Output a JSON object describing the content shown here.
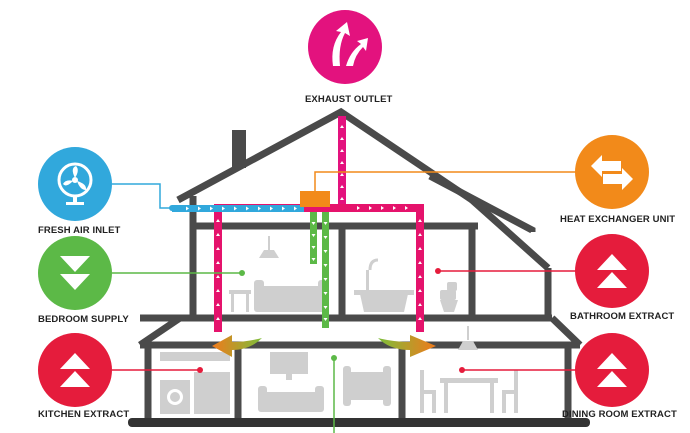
{
  "labels": {
    "exhaust_outlet": "EXHAUST OUTLET",
    "fresh_air_inlet": "FRESH AIR INLET",
    "heat_exchanger_unit": "HEAT EXCHANGER UNIT",
    "bedroom_supply": "BEDROOM SUPPLY",
    "bathroom_extract": "BATHROOM EXTRACT",
    "kitchen_extract": "KITCHEN EXTRACT",
    "dining_room_extract": "DINING ROOM EXTRACT"
  },
  "colors": {
    "extract_pink": "#e5136c",
    "exhaust_magenta": "#e3127e",
    "fresh_blue": "#31a8dc",
    "supply_green": "#5cb947",
    "exchanger_orange": "#f28a1a",
    "extract_red": "#e51c3c",
    "house_gray": "#4a4a4a",
    "furniture_gray": "#cfcfcf"
  },
  "icons": {
    "exhaust_outlet": "arrows-up-icon",
    "fresh_air_inlet": "fan-icon",
    "heat_exchanger_unit": "swap-arrows-icon",
    "bedroom_supply": "double-chevron-down-icon",
    "bathroom_extract": "double-chevron-up-icon",
    "kitchen_extract": "double-chevron-up-icon",
    "dining_room_extract": "double-chevron-up-icon"
  }
}
